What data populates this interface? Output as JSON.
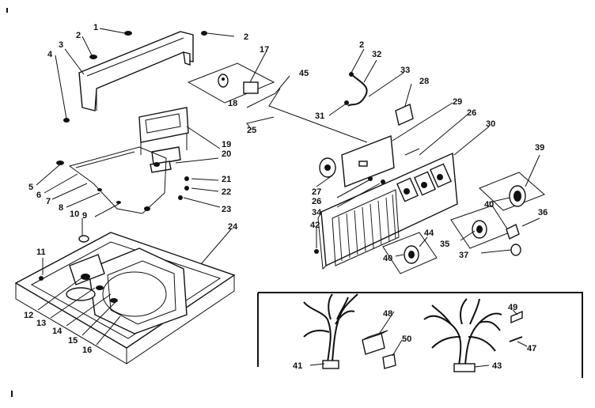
{
  "diagram": {
    "callouts": [
      {
        "id": "c1",
        "text": "1"
      },
      {
        "id": "c2a",
        "text": "2"
      },
      {
        "id": "c2b",
        "text": "2"
      },
      {
        "id": "c3",
        "text": "3"
      },
      {
        "id": "c4",
        "text": "4"
      },
      {
        "id": "c5",
        "text": "5"
      },
      {
        "id": "c6",
        "text": "6"
      },
      {
        "id": "c7",
        "text": "7"
      },
      {
        "id": "c8",
        "text": "8"
      },
      {
        "id": "c9",
        "text": "9"
      },
      {
        "id": "c10",
        "text": "10"
      },
      {
        "id": "c11",
        "text": "11"
      },
      {
        "id": "c12",
        "text": "12"
      },
      {
        "id": "c13",
        "text": "13"
      },
      {
        "id": "c14",
        "text": "14"
      },
      {
        "id": "c15",
        "text": "15"
      },
      {
        "id": "c16",
        "text": "16"
      },
      {
        "id": "c17",
        "text": "17"
      },
      {
        "id": "c18",
        "text": "18"
      },
      {
        "id": "c19",
        "text": "19"
      },
      {
        "id": "c20",
        "text": "20"
      },
      {
        "id": "c21",
        "text": "21"
      },
      {
        "id": "c22",
        "text": "22"
      },
      {
        "id": "c23",
        "text": "23"
      },
      {
        "id": "c24",
        "text": "24"
      },
      {
        "id": "c25",
        "text": "25"
      },
      {
        "id": "c45",
        "text": "45"
      },
      {
        "id": "c2c",
        "text": "2"
      },
      {
        "id": "c32",
        "text": "32"
      },
      {
        "id": "c33",
        "text": "33"
      },
      {
        "id": "c28",
        "text": "28"
      },
      {
        "id": "c31",
        "text": "31"
      },
      {
        "id": "c29",
        "text": "29"
      },
      {
        "id": "c26a",
        "text": "26"
      },
      {
        "id": "c30",
        "text": "30"
      },
      {
        "id": "c27",
        "text": "27"
      },
      {
        "id": "c26b",
        "text": "26"
      },
      {
        "id": "c34",
        "text": "34"
      },
      {
        "id": "c39",
        "text": "39"
      },
      {
        "id": "c40a",
        "text": "40"
      },
      {
        "id": "c36",
        "text": "36"
      },
      {
        "id": "c35",
        "text": "35"
      },
      {
        "id": "c37",
        "text": "37"
      },
      {
        "id": "c42",
        "text": "42"
      },
      {
        "id": "c44",
        "text": "44"
      },
      {
        "id": "c40b",
        "text": "40"
      },
      {
        "id": "c41",
        "text": "41"
      },
      {
        "id": "c48",
        "text": "48"
      },
      {
        "id": "c50",
        "text": "50"
      },
      {
        "id": "c43",
        "text": "43"
      },
      {
        "id": "c49",
        "text": "49"
      },
      {
        "id": "c47",
        "text": "47"
      }
    ]
  }
}
